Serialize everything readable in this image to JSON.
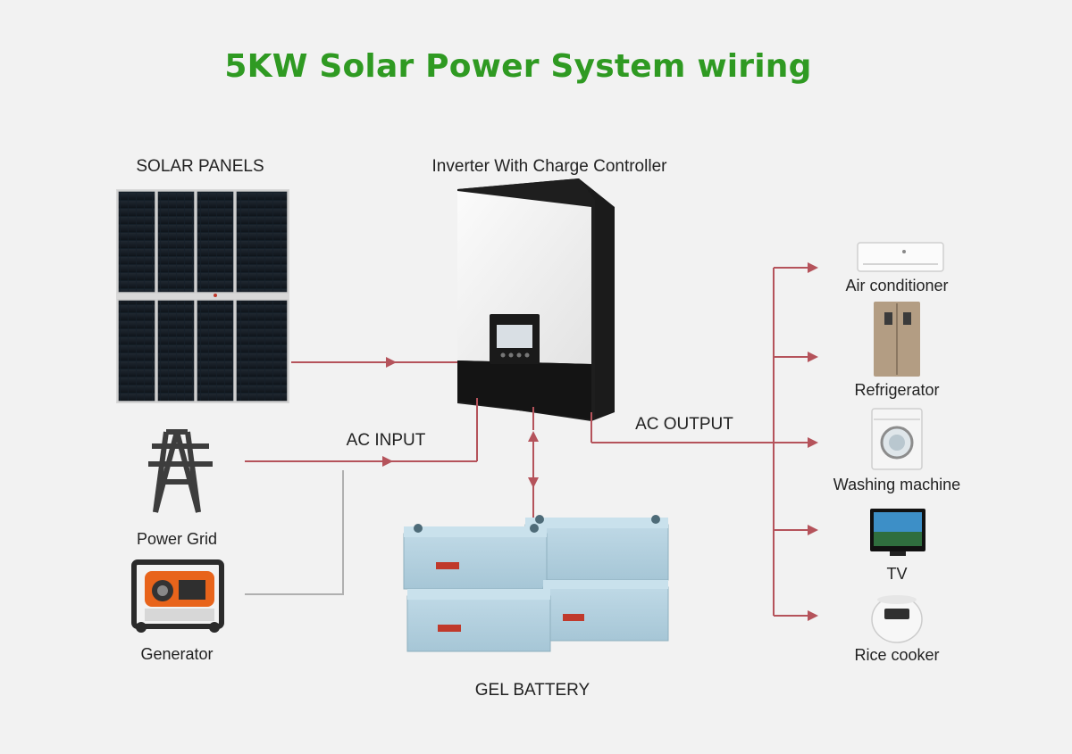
{
  "title": "5KW Solar Power System wiring",
  "labels": {
    "solar_panels": "SOLAR PANELS",
    "inverter": "Inverter With Charge Controller",
    "ac_input": "AC INPUT",
    "ac_output": "AC OUTPUT",
    "power_grid": "Power Grid",
    "generator": "Generator",
    "gel_battery": "GEL BATTERY"
  },
  "appliances": [
    {
      "label": "Air conditioner",
      "icon": "air-conditioner-icon"
    },
    {
      "label": "Refrigerator",
      "icon": "refrigerator-icon"
    },
    {
      "label": "Washing machine",
      "icon": "washing-machine-icon"
    },
    {
      "label": "TV",
      "icon": "tv-icon"
    },
    {
      "label": "Rice cooker",
      "icon": "rice-cooker-icon"
    }
  ],
  "colors": {
    "title": "#2f9a22",
    "wire": "#b5535b",
    "generator_wire": "#b0b0b0",
    "background": "#f2f2f2"
  }
}
